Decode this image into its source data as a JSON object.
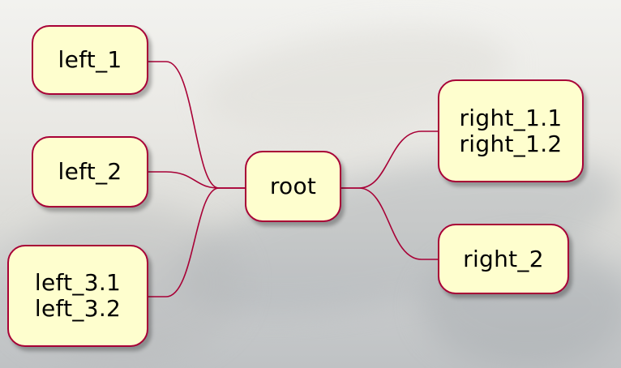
{
  "mindmap": {
    "root": {
      "label": "root"
    },
    "left": [
      {
        "lines": [
          "left_1"
        ]
      },
      {
        "lines": [
          "left_2"
        ]
      },
      {
        "lines": [
          "left_3.1",
          "left_3.2"
        ]
      }
    ],
    "right": [
      {
        "lines": [
          "right_1.1",
          "right_1.2"
        ]
      },
      {
        "lines": [
          "right_2"
        ]
      }
    ]
  },
  "colors": {
    "node_fill": "#fefece",
    "node_border": "#a80036",
    "connector": "#a80036"
  }
}
